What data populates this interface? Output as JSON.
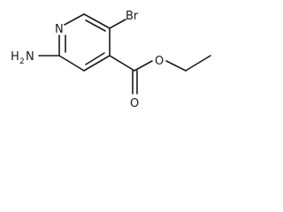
{
  "molecule": {
    "atoms": {
      "ring_nitrogen": "N",
      "bromine": "Br",
      "amine_h": "H",
      "amine_sub": "2",
      "amine_n": "N",
      "ether_oxygen": "O",
      "carbonyl_oxygen": "O"
    }
  },
  "colors": {
    "bond": "#1a1a1a",
    "background": "#ffffff"
  }
}
